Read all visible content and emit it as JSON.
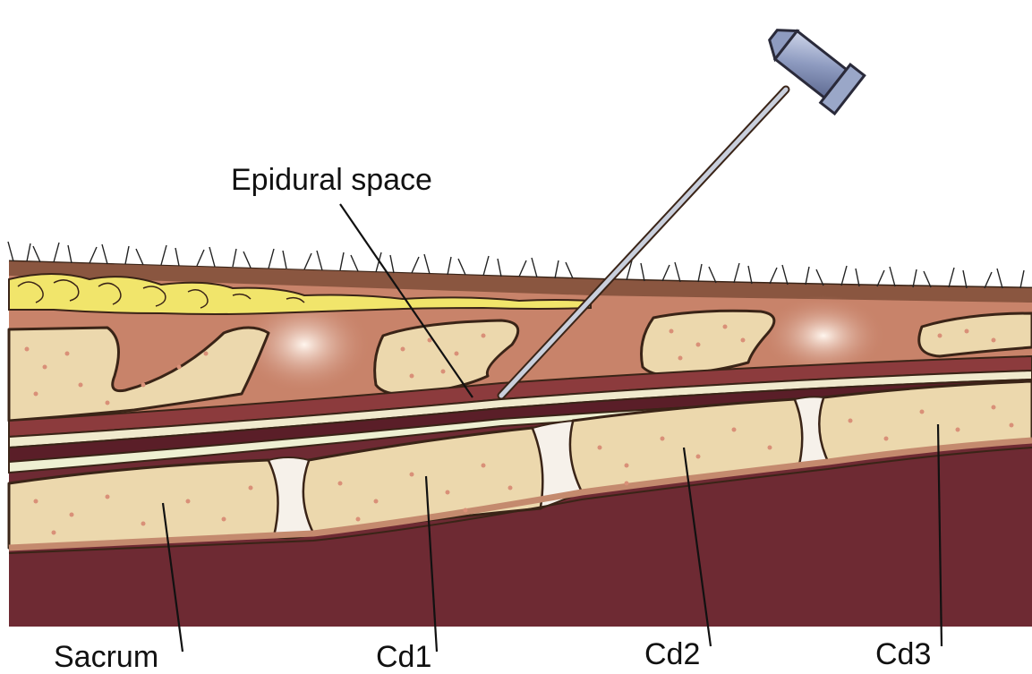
{
  "labels": {
    "epidural_space": "Epidural space",
    "sacrum": "Sacrum",
    "cd1": "Cd1",
    "cd2": "Cd2",
    "cd3": "Cd3"
  },
  "colors": {
    "muscle": "#6e2a33",
    "muscle_dark": "#5a1e28",
    "bone": "#ecd8ad",
    "bone_dot": "#d99078",
    "fat": "#f1e56b",
    "tissue": "#c8836a",
    "skin": "#8a5640",
    "disc": "#f6f1ea",
    "spinal_cord": "#eef0d2",
    "needle_hub": "#9aa7c8"
  }
}
